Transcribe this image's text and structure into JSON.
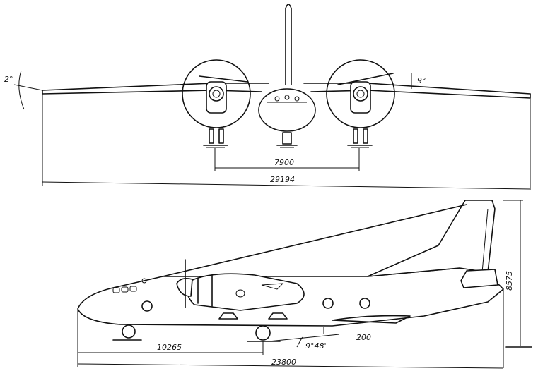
{
  "front_view": {
    "dihedral_label": "2°",
    "prop_angle_label": "9°",
    "track_label": "7900",
    "span_label": "29194"
  },
  "side_view": {
    "height_label": "8575",
    "ground_angle_label": "9°48'",
    "clearance_label": "200",
    "gear_base_label": "10265",
    "length_label": "23800"
  }
}
